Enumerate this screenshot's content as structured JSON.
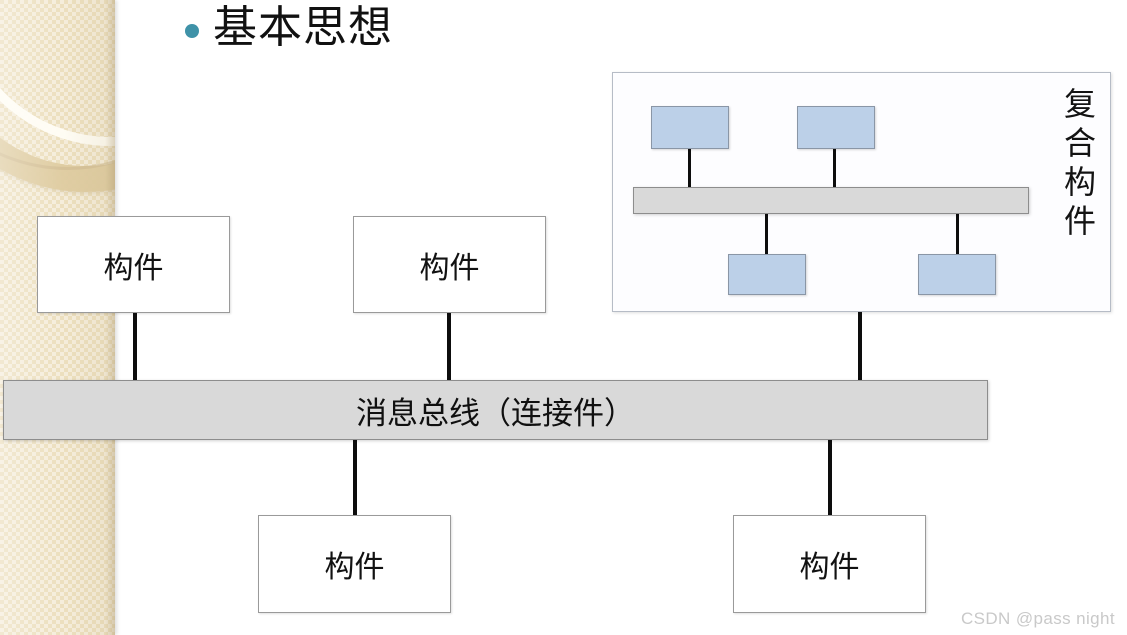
{
  "slide": {
    "title": "基本思想",
    "bullet_color": "#3f92a8",
    "background": "#ffffff"
  },
  "sidebar": {
    "name": "decorative-sidebar",
    "color": "#ecdfbe",
    "accent_ring_color": "#decba0",
    "accent_arc_color": "#fffdf6"
  },
  "diagram": {
    "component_label": "构件",
    "bus_label": "消息总线（连接件）",
    "composite_label": "复合构件",
    "box_fill": "#ffffff",
    "bus_fill": "#d9d9d9",
    "subcomponent_fill": "#bcd0e8",
    "line_color": "#0d0d0d",
    "top_components": [
      {
        "label": "构件"
      },
      {
        "label": "构件"
      }
    ],
    "bottom_components": [
      {
        "label": "构件"
      },
      {
        "label": "构件"
      }
    ],
    "composite": {
      "label": "复合构件",
      "inner_bus_label": "",
      "sub_components": [
        {
          "position": "top-left"
        },
        {
          "position": "top-right"
        },
        {
          "position": "bottom-left"
        },
        {
          "position": "bottom-right"
        }
      ]
    }
  },
  "watermark": {
    "text": "CSDN @pass night",
    "color": "#c9c9c9"
  }
}
